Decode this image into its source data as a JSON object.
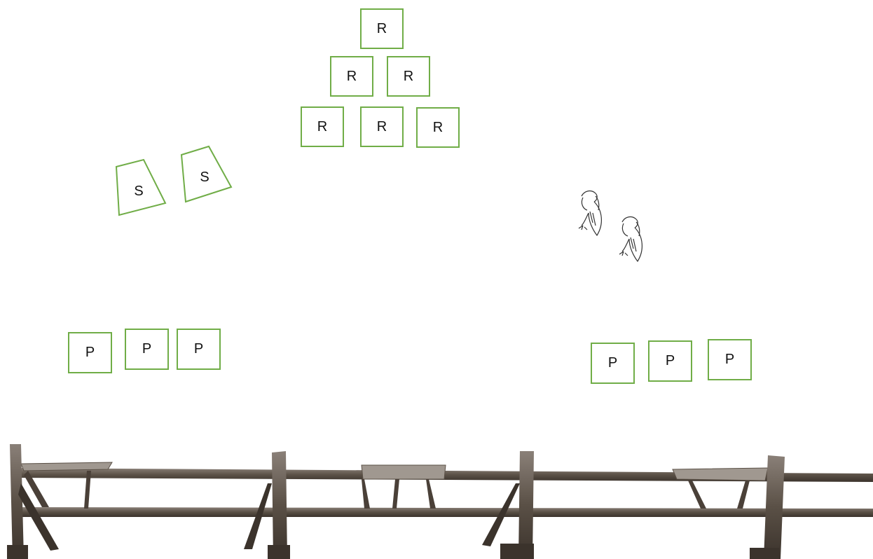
{
  "colors": {
    "tile_border": "#70ad47",
    "fence_wood": "#5a5046",
    "fence_dark": "#3b332c",
    "bird_ink": "#333333"
  },
  "pyramid_tiles": [
    {
      "label": "R"
    },
    {
      "label": "R"
    },
    {
      "label": "R"
    },
    {
      "label": "R"
    },
    {
      "label": "R"
    },
    {
      "label": "R"
    }
  ],
  "trapezoid_tiles": [
    {
      "label": "S"
    },
    {
      "label": "S"
    }
  ],
  "left_row_tiles": [
    {
      "label": "P"
    },
    {
      "label": "P"
    },
    {
      "label": "P"
    }
  ],
  "right_row_tiles": [
    {
      "label": "P"
    },
    {
      "label": "P"
    },
    {
      "label": "P"
    }
  ],
  "decorations": {
    "birds": [
      "vulture-icon",
      "vulture-icon"
    ],
    "fence": "wooden-fence"
  }
}
